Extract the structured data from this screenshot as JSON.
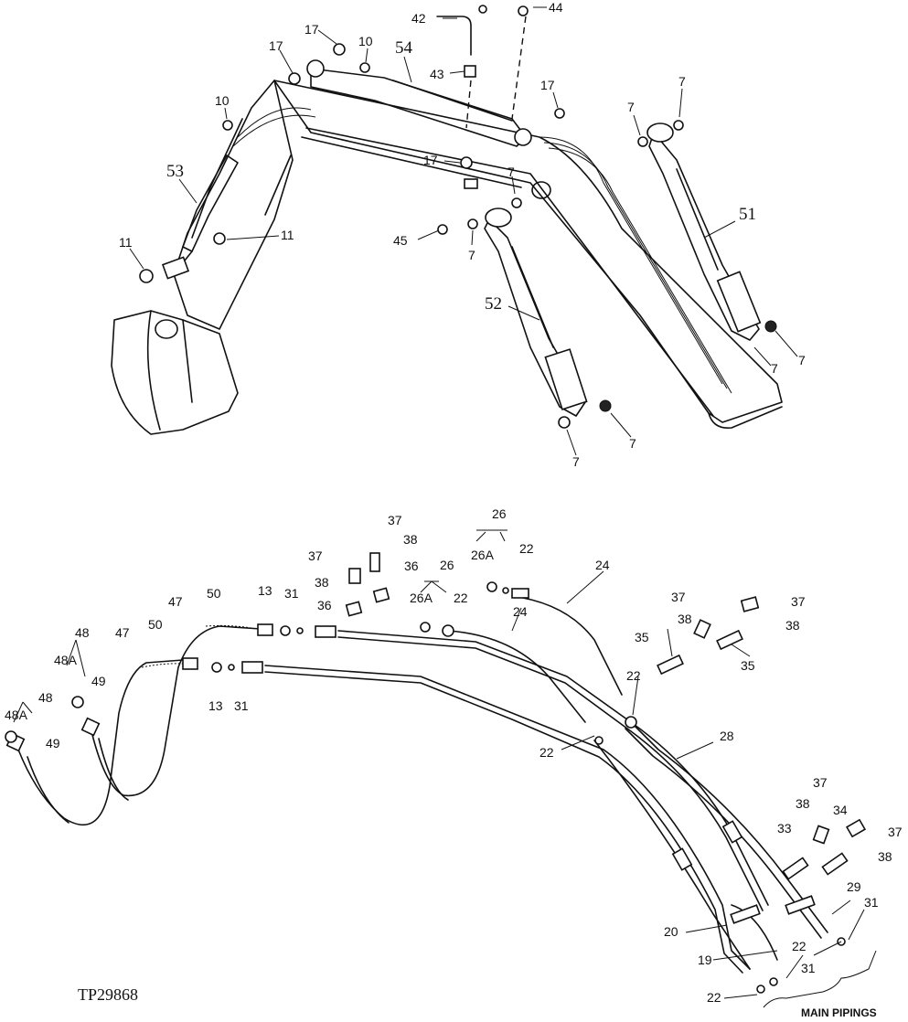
{
  "figure_id": "TP29868",
  "main_pipings_label": "MAIN PIPINGS",
  "upper_labels": [
    {
      "id": "u17a",
      "text": "17"
    },
    {
      "id": "u10a",
      "text": "10"
    },
    {
      "id": "u54",
      "text": "54"
    },
    {
      "id": "u17b",
      "text": "17"
    },
    {
      "id": "u42",
      "text": "42"
    },
    {
      "id": "u44",
      "text": "44"
    },
    {
      "id": "u43",
      "text": "43"
    },
    {
      "id": "u17c",
      "text": "17"
    },
    {
      "id": "u7a",
      "text": "7"
    },
    {
      "id": "u7b",
      "text": "7"
    },
    {
      "id": "u10b",
      "text": "10"
    },
    {
      "id": "u53",
      "text": "53"
    },
    {
      "id": "u17d",
      "text": "17"
    },
    {
      "id": "u7c",
      "text": "7"
    },
    {
      "id": "u51",
      "text": "51"
    },
    {
      "id": "u11a",
      "text": "11"
    },
    {
      "id": "u11b",
      "text": "11"
    },
    {
      "id": "u45",
      "text": "45"
    },
    {
      "id": "u7d",
      "text": "7"
    },
    {
      "id": "u52",
      "text": "52"
    },
    {
      "id": "u7e",
      "text": "7"
    },
    {
      "id": "u7f",
      "text": "7"
    },
    {
      "id": "u7g",
      "text": "7"
    },
    {
      "id": "u7h",
      "text": "7"
    }
  ],
  "lower_labels": [
    {
      "id": "l26a",
      "text": "26"
    },
    {
      "id": "l26Aa",
      "text": "26A"
    },
    {
      "id": "l22a",
      "text": "22"
    },
    {
      "id": "l37a",
      "text": "37"
    },
    {
      "id": "l38a",
      "text": "38"
    },
    {
      "id": "l37b",
      "text": "37"
    },
    {
      "id": "l36a",
      "text": "36"
    },
    {
      "id": "l26b",
      "text": "26"
    },
    {
      "id": "l24a",
      "text": "24"
    },
    {
      "id": "l38b",
      "text": "38"
    },
    {
      "id": "l26Ab",
      "text": "26A"
    },
    {
      "id": "l22b",
      "text": "22"
    },
    {
      "id": "l36b",
      "text": "36"
    },
    {
      "id": "l24b",
      "text": "24"
    },
    {
      "id": "l13a",
      "text": "13"
    },
    {
      "id": "l31a",
      "text": "31"
    },
    {
      "id": "l50a",
      "text": "50"
    },
    {
      "id": "l47a",
      "text": "47"
    },
    {
      "id": "l37c",
      "text": "37"
    },
    {
      "id": "l37d",
      "text": "37"
    },
    {
      "id": "l38c",
      "text": "38"
    },
    {
      "id": "l38d",
      "text": "38"
    },
    {
      "id": "l48a",
      "text": "48"
    },
    {
      "id": "l48Aa",
      "text": "48A"
    },
    {
      "id": "l47b",
      "text": "47"
    },
    {
      "id": "l50b",
      "text": "50"
    },
    {
      "id": "l35a",
      "text": "35"
    },
    {
      "id": "l35b",
      "text": "35"
    },
    {
      "id": "l49a",
      "text": "49"
    },
    {
      "id": "l22c",
      "text": "22"
    },
    {
      "id": "l13b",
      "text": "13"
    },
    {
      "id": "l31b",
      "text": "31"
    },
    {
      "id": "l48Ab",
      "text": "48A"
    },
    {
      "id": "l48b",
      "text": "48"
    },
    {
      "id": "l49b",
      "text": "49"
    },
    {
      "id": "l28",
      "text": "28"
    },
    {
      "id": "l22d",
      "text": "22"
    },
    {
      "id": "l37e",
      "text": "37"
    },
    {
      "id": "l38e",
      "text": "38"
    },
    {
      "id": "l34",
      "text": "34"
    },
    {
      "id": "l37f",
      "text": "37"
    },
    {
      "id": "l33",
      "text": "33"
    },
    {
      "id": "l38f",
      "text": "38"
    },
    {
      "id": "l29",
      "text": "29"
    },
    {
      "id": "l31c",
      "text": "31"
    },
    {
      "id": "l20",
      "text": "20"
    },
    {
      "id": "l22e",
      "text": "22"
    },
    {
      "id": "l19",
      "text": "19"
    },
    {
      "id": "l31d",
      "text": "31"
    },
    {
      "id": "l22f",
      "text": "22"
    }
  ]
}
